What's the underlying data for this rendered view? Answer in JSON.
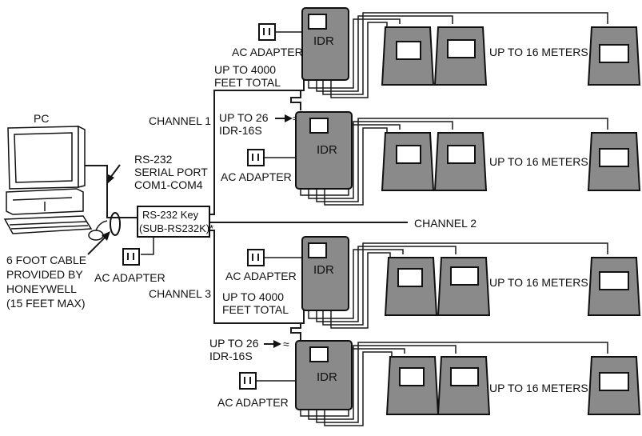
{
  "labels": {
    "pc": "PC",
    "rs232_port": [
      "RS-232",
      "SERIAL PORT",
      "COM1-COM4"
    ],
    "rs232_key": [
      "RS-232 Key",
      "(SUB-RS232K)*"
    ],
    "cable": [
      "6 FOOT CABLE",
      "PROVIDED BY",
      "HONEYWELL",
      "(15 FEET MAX)"
    ],
    "ac_adapter": "AC ADAPTER",
    "channel_1": "CHANNEL 1",
    "channel_2": "CHANNEL 2",
    "channel_3": "CHANNEL 3",
    "up_to_4000": [
      "UP TO 4000",
      "FEET TOTAL"
    ],
    "up_to_26": [
      "UP TO 26",
      "IDR-16S"
    ],
    "idr": "IDR",
    "meters": "UP TO 16 METERS",
    "wave": "≈"
  },
  "colors": {
    "device_fill": "#8a8a8a",
    "line": "#1a1a1a",
    "background": "#ffffff"
  },
  "icons": [
    "pc-icon",
    "keyboard-icon",
    "mouse-icon",
    "outlet-icon",
    "idr-icon",
    "meter-icon",
    "arrow-icon"
  ]
}
